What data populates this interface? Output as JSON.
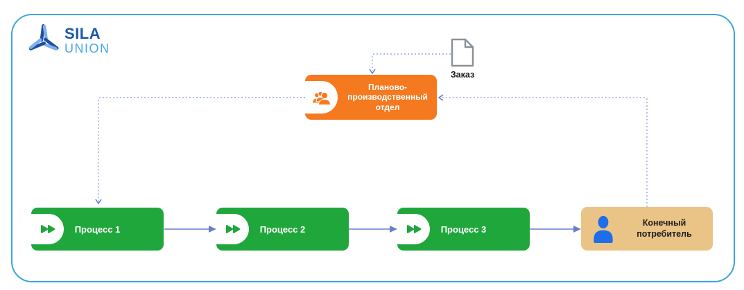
{
  "logo": {
    "title": "SILA",
    "subtitle": "UNION"
  },
  "diagram": {
    "order": {
      "label": "Заказ"
    },
    "department": {
      "label": "Планово-производственный отдел"
    },
    "processes": [
      {
        "label": "Процесс 1"
      },
      {
        "label": "Процесс 2"
      },
      {
        "label": "Процесс 3"
      }
    ],
    "consumer": {
      "label": "Конечный потребитель"
    },
    "connections": [
      {
        "from": "order",
        "to": "department",
        "style": "dotted"
      },
      {
        "from": "consumer",
        "to": "department",
        "style": "dotted"
      },
      {
        "from": "department",
        "to": "process-1",
        "style": "dotted"
      },
      {
        "from": "process-1",
        "to": "process-2",
        "style": "solid"
      },
      {
        "from": "process-2",
        "to": "process-3",
        "style": "solid"
      },
      {
        "from": "process-3",
        "to": "consumer",
        "style": "solid"
      }
    ]
  },
  "colors": {
    "frame_border": "#3da6e0",
    "process_green": "#1fa73c",
    "department_orange": "#f5791f",
    "consumer_tan": "#eac386",
    "person_blue": "#1d6ee8",
    "solid_arrow": "#6b7ec8",
    "dotted_connector": "#93a5e0",
    "logo_dark_blue": "#1a57a8",
    "logo_light_blue": "#43a7e5",
    "document_outline": "#8a9096"
  }
}
